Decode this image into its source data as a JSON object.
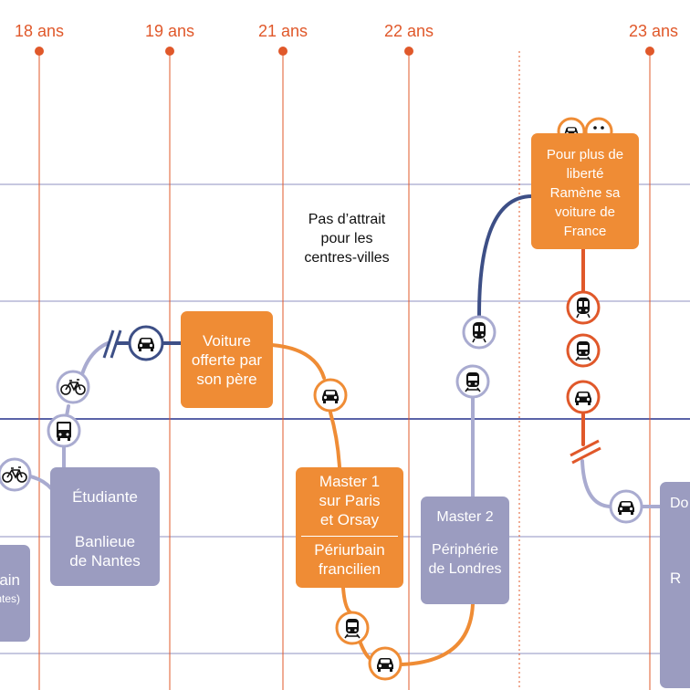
{
  "ages": [
    "18 ans",
    "19 ans",
    "21 ans",
    "22 ans",
    "23 ans"
  ],
  "boxes": {
    "etudiante": {
      "line1": "Étudiante",
      "line2a": "Banlieue",
      "line2b": "de Nantes"
    },
    "voiture_offerte": {
      "a": "Voiture",
      "b": "offerte par",
      "c": "son père"
    },
    "master1": {
      "a": "Master 1",
      "b": "sur Paris",
      "c": "et Orsay",
      "d": "Périurbain",
      "e": "francilien"
    },
    "master2": {
      "a": "Master 2",
      "b": "Périphérie",
      "c": "de Londres"
    },
    "liberte": {
      "a": "Pour plus de",
      "b": "liberté",
      "c": "Ramène sa",
      "d": "voiture de",
      "e": "France"
    },
    "left_partial": {
      "a": "ain",
      "b": "ntes)"
    },
    "right_partial": {
      "a": "Do",
      "b": "R"
    }
  },
  "note": {
    "a": "Pas d’attrait",
    "b": "pour les",
    "c": "centres-villes"
  },
  "icons": [
    "car-icon",
    "bike-icon",
    "bus-icon",
    "train-icon",
    "metro-icon",
    "smiley-icon"
  ],
  "colors": {
    "orange": "#ef8c35",
    "red": "#e0582a",
    "navy": "#3d4f86",
    "lavender": "#9b9cc0",
    "gridline": "#8f91c2"
  }
}
